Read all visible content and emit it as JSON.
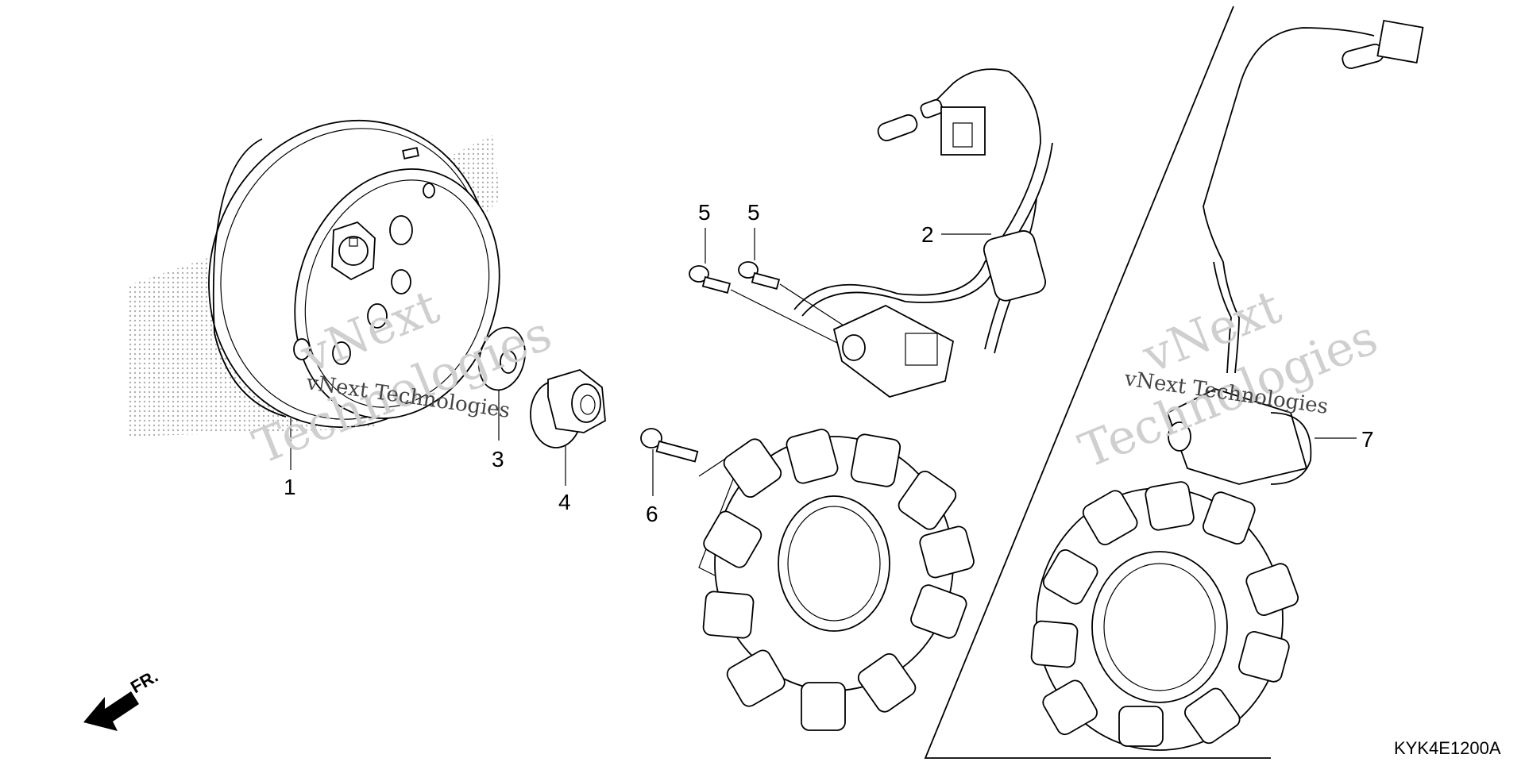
{
  "diagram_code": "KYK4E1200A",
  "direction_label": "FR.",
  "watermark": {
    "line1": "vNext",
    "line2": "Technologies",
    "small": "vNext Technologies"
  },
  "callouts": [
    {
      "id": "1",
      "label": "1"
    },
    {
      "id": "2",
      "label": "2"
    },
    {
      "id": "3",
      "label": "3"
    },
    {
      "id": "4",
      "label": "4"
    },
    {
      "id": "5a",
      "label": "5"
    },
    {
      "id": "5b",
      "label": "5"
    },
    {
      "id": "6",
      "label": "6"
    },
    {
      "id": "7",
      "label": "7"
    }
  ],
  "parts": [
    {
      "callout": "1",
      "icon": "flywheel-icon"
    },
    {
      "callout": "2",
      "icon": "stator-assembly-icon"
    },
    {
      "callout": "3",
      "icon": "washer-icon"
    },
    {
      "callout": "4",
      "icon": "flange-nut-icon"
    },
    {
      "callout": "5",
      "icon": "flange-bolt-icon"
    },
    {
      "callout": "6",
      "icon": "flange-bolt-icon"
    },
    {
      "callout": "7",
      "icon": "stator-assembly-icon"
    }
  ]
}
